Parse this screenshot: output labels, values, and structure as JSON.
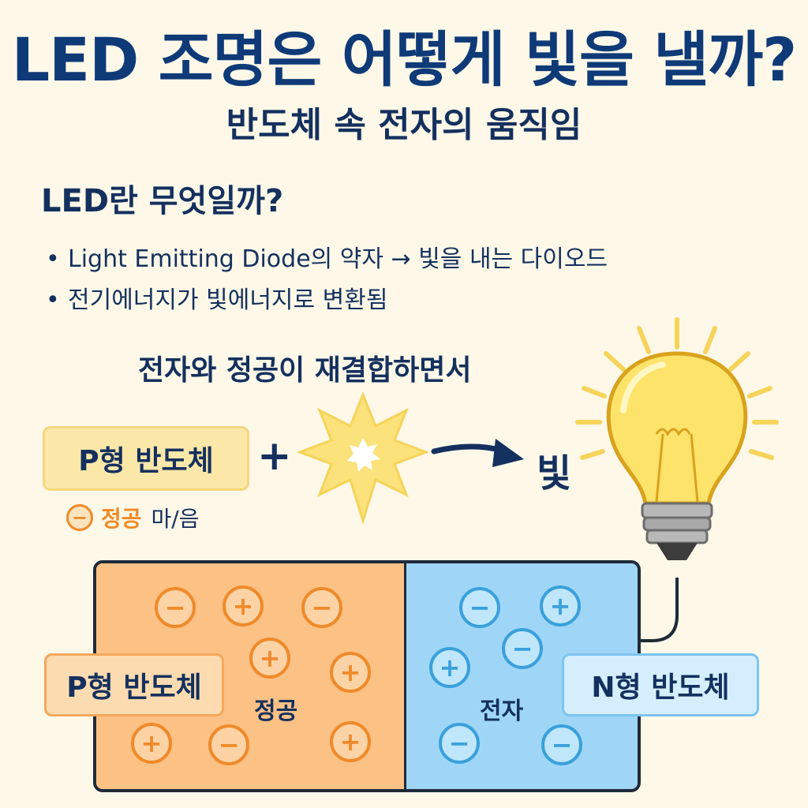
{
  "title": "LED 조명은 어떻게 빛을 낼까?",
  "subtitle": "반도체 속 전자의 움직임",
  "section_heading": "LED란 무엇일까?",
  "bullets": [
    "Light Emitting Diode의 약자 → 빛을 내는 다이오드",
    "전기에너지가 빛에너지로 변환됨"
  ],
  "bullet_marker": "•",
  "reaction": {
    "caption": "전자와 정공이 재결합하면서",
    "p_label": "P형 반도체",
    "plus": "+",
    "result": "빛"
  },
  "legend": {
    "symbol": "−",
    "term": "정공",
    "extra": "마/음"
  },
  "junction": {
    "p_label": "P형 반도체",
    "n_label": "N형 반도체",
    "p_region_label": "정공",
    "n_region_label": "전자",
    "charges": [
      {
        "region": "p",
        "sign": "−"
      },
      {
        "region": "p",
        "sign": "+"
      },
      {
        "region": "p",
        "sign": "−"
      },
      {
        "region": "p",
        "sign": "+"
      },
      {
        "region": "p",
        "sign": "+"
      },
      {
        "region": "p",
        "sign": "+"
      },
      {
        "region": "p",
        "sign": "−"
      },
      {
        "region": "p",
        "sign": "+"
      },
      {
        "region": "n",
        "sign": "−"
      },
      {
        "region": "n",
        "sign": "+"
      },
      {
        "region": "n",
        "sign": "−"
      },
      {
        "region": "n",
        "sign": "+"
      },
      {
        "region": "n",
        "sign": "−"
      },
      {
        "region": "n",
        "sign": "−"
      }
    ]
  },
  "colors": {
    "background": "#fdf8e8",
    "navy": "#0f3a78",
    "hole_orange": "#ef8a2a",
    "electron_blue": "#3aa0dc",
    "p_region": "#fcc184",
    "n_region": "#9fd6f7",
    "bulb_yellow": "#fde36a"
  },
  "icons": [
    "light-burst-icon",
    "arrow-right-icon",
    "light-bulb-icon",
    "wire-arrow-icon"
  ]
}
